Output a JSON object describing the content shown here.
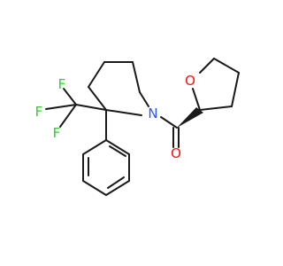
{
  "molecule": {
    "atoms": {
      "fluorine_1": {
        "symbol": "F",
        "color": "#33cc33"
      },
      "fluorine_2": {
        "symbol": "F",
        "color": "#33cc33"
      },
      "fluorine_3": {
        "symbol": "F",
        "color": "#33cc33"
      },
      "pyrrolidine_nitrogen": {
        "symbol": "N",
        "color": "#3050f8"
      },
      "ring_oxygen": {
        "symbol": "O",
        "color": "#ff0d0d"
      },
      "carbonyl_oxygen": {
        "symbol": "O",
        "color": "#ff0d0d"
      }
    },
    "bond_color": "#1a1a1a",
    "background": "#ffffff"
  }
}
